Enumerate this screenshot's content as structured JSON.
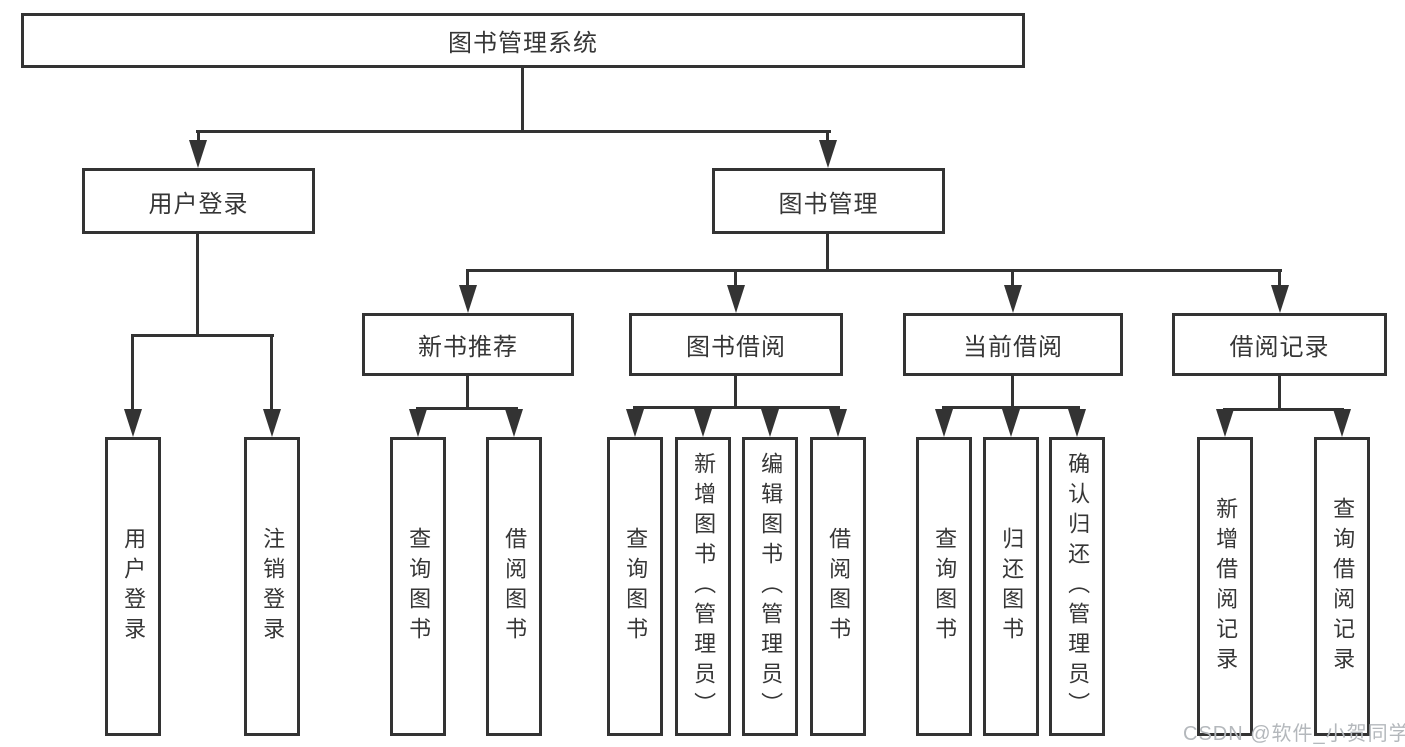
{
  "diagram": {
    "root": {
      "label": "图书管理系统"
    },
    "level2": [
      {
        "label": "用户登录"
      },
      {
        "label": "图书管理"
      }
    ],
    "level3": [
      {
        "label": "新书推荐"
      },
      {
        "label": "图书借阅"
      },
      {
        "label": "当前借阅"
      },
      {
        "label": "借阅记录"
      }
    ],
    "leaves": {
      "user_login": [
        "用户登录",
        "注销登录"
      ],
      "new_book_recommend": [
        "查询图书",
        "借阅图书"
      ],
      "book_borrow": [
        "查询图书",
        "新增图书（管理员）",
        "编辑图书（管理员）",
        "借阅图书"
      ],
      "current_borrow": [
        "查询图书",
        "归还图书",
        "确认归还（管理员）"
      ],
      "borrow_record": [
        "新增借阅记录",
        "查询借阅记录"
      ]
    }
  },
  "watermark": {
    "text": "CSDN @软件_小贺同学",
    "color": "#b4b8bc"
  },
  "colors": {
    "line": "#333333",
    "text": "#363636",
    "box_background": "#ffffff",
    "page_background": "#ffffff"
  }
}
